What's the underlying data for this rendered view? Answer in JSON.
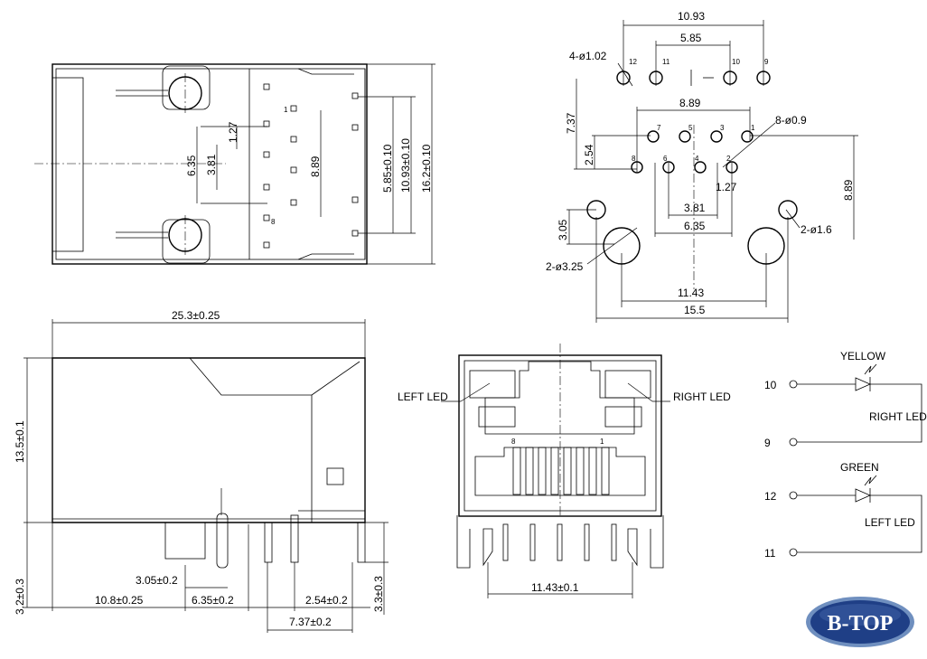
{
  "top_view": {
    "dims": [
      "6.35",
      "3.81",
      "1.27",
      "8.89",
      "5.85±0.10",
      "10.93±0.10",
      "16.2±0.10"
    ],
    "pin_labels": [
      "1",
      "8"
    ]
  },
  "footprint": {
    "dims": [
      "10.93",
      "5.85",
      "4-ø1.02",
      "7.37",
      "8.89",
      "8-ø0.9",
      "2.54",
      "1.27",
      "3.81",
      "6.35",
      "3.05",
      "8.89",
      "2-ø1.6",
      "2-ø3.25",
      "11.43",
      "15.5"
    ],
    "pins_top": [
      "12",
      "11",
      "10",
      "9"
    ],
    "pins_row1": [
      "7",
      "5",
      "3",
      "1"
    ],
    "pins_row2": [
      "8",
      "6",
      "4",
      "2"
    ]
  },
  "side_view": {
    "dims": [
      "25.3±0.25",
      "13.5±0.1",
      "3.2±0.3",
      "3.05±0.2",
      "10.8±0.25",
      "6.35±0.2",
      "2.54±0.2",
      "7.37±0.2",
      "3.3±0.3"
    ]
  },
  "front_view": {
    "left_led": "LEFT LED",
    "right_led": "RIGHT LED",
    "pin_8": "8",
    "pin_1": "1",
    "dim": "11.43±0.1"
  },
  "schematic": {
    "pins": [
      "10",
      "9",
      "12",
      "11"
    ],
    "yellow": "YELLOW",
    "right_led": "RIGHT LED",
    "green": "GREEN",
    "left_led": "LEFT LED"
  },
  "logo": {
    "text": "B-TOP"
  }
}
